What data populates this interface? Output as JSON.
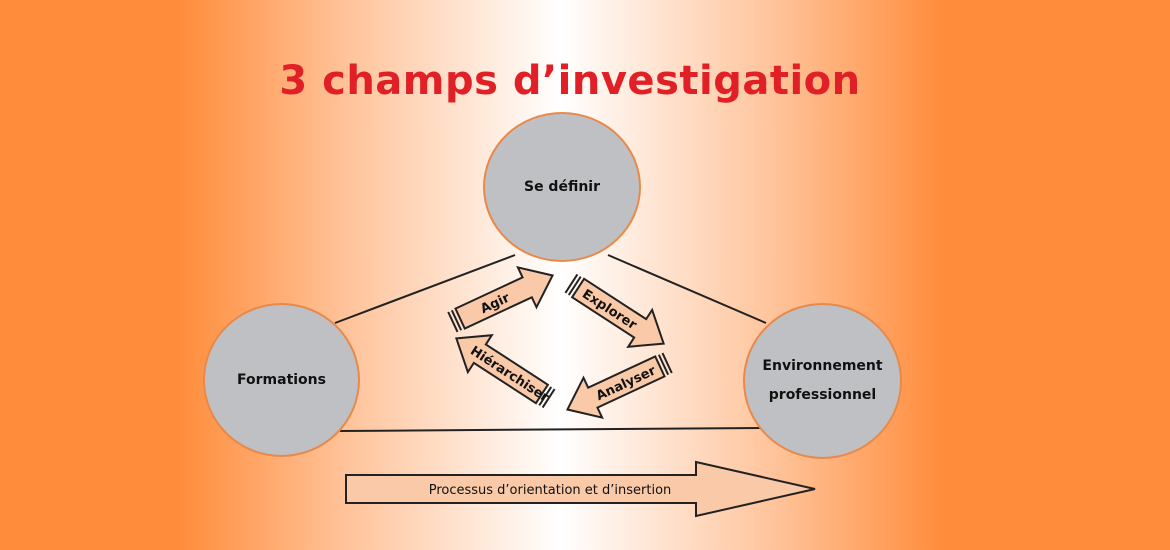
{
  "title": "3 champs d’investigation",
  "circles": {
    "top": "Se définir",
    "left": "Formations",
    "right_line1": "Environnement",
    "right_line2": "professionnel"
  },
  "cycle_arrows": [
    "Agir",
    "Explorer",
    "Analyser",
    "Hiérarchiser"
  ],
  "process_arrow": "Processus d’orientation et d’insertion",
  "colors": {
    "circle_fill": "#bfc0c4",
    "arrow_fill": "#f9c9a8",
    "title": "#e01f26",
    "background": "#ff8c3a"
  }
}
